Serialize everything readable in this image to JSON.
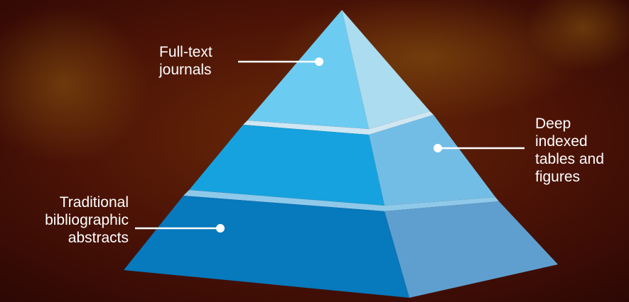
{
  "diagram": {
    "type": "pyramid",
    "levels": [
      {
        "position": "top",
        "label_lines": [
          "Full-text",
          "journals"
        ]
      },
      {
        "position": "middle",
        "label_lines": [
          "Deep",
          "indexed",
          "tables and",
          "figures"
        ]
      },
      {
        "position": "bottom",
        "label_lines": [
          "Traditional",
          "bibliographic",
          "abstracts"
        ]
      }
    ]
  },
  "colors": {
    "background": "#4a0e06",
    "background_glow": "#7a2a08",
    "top_front": "#6ccbf0",
    "top_side": "#acdcef",
    "middle_front": "#16a2de",
    "middle_side": "#72bde6",
    "bottom_front": "#0779bd",
    "bottom_side": "#5f9fcf",
    "separator": "#cfe7f3",
    "leader": "#ffffff"
  }
}
